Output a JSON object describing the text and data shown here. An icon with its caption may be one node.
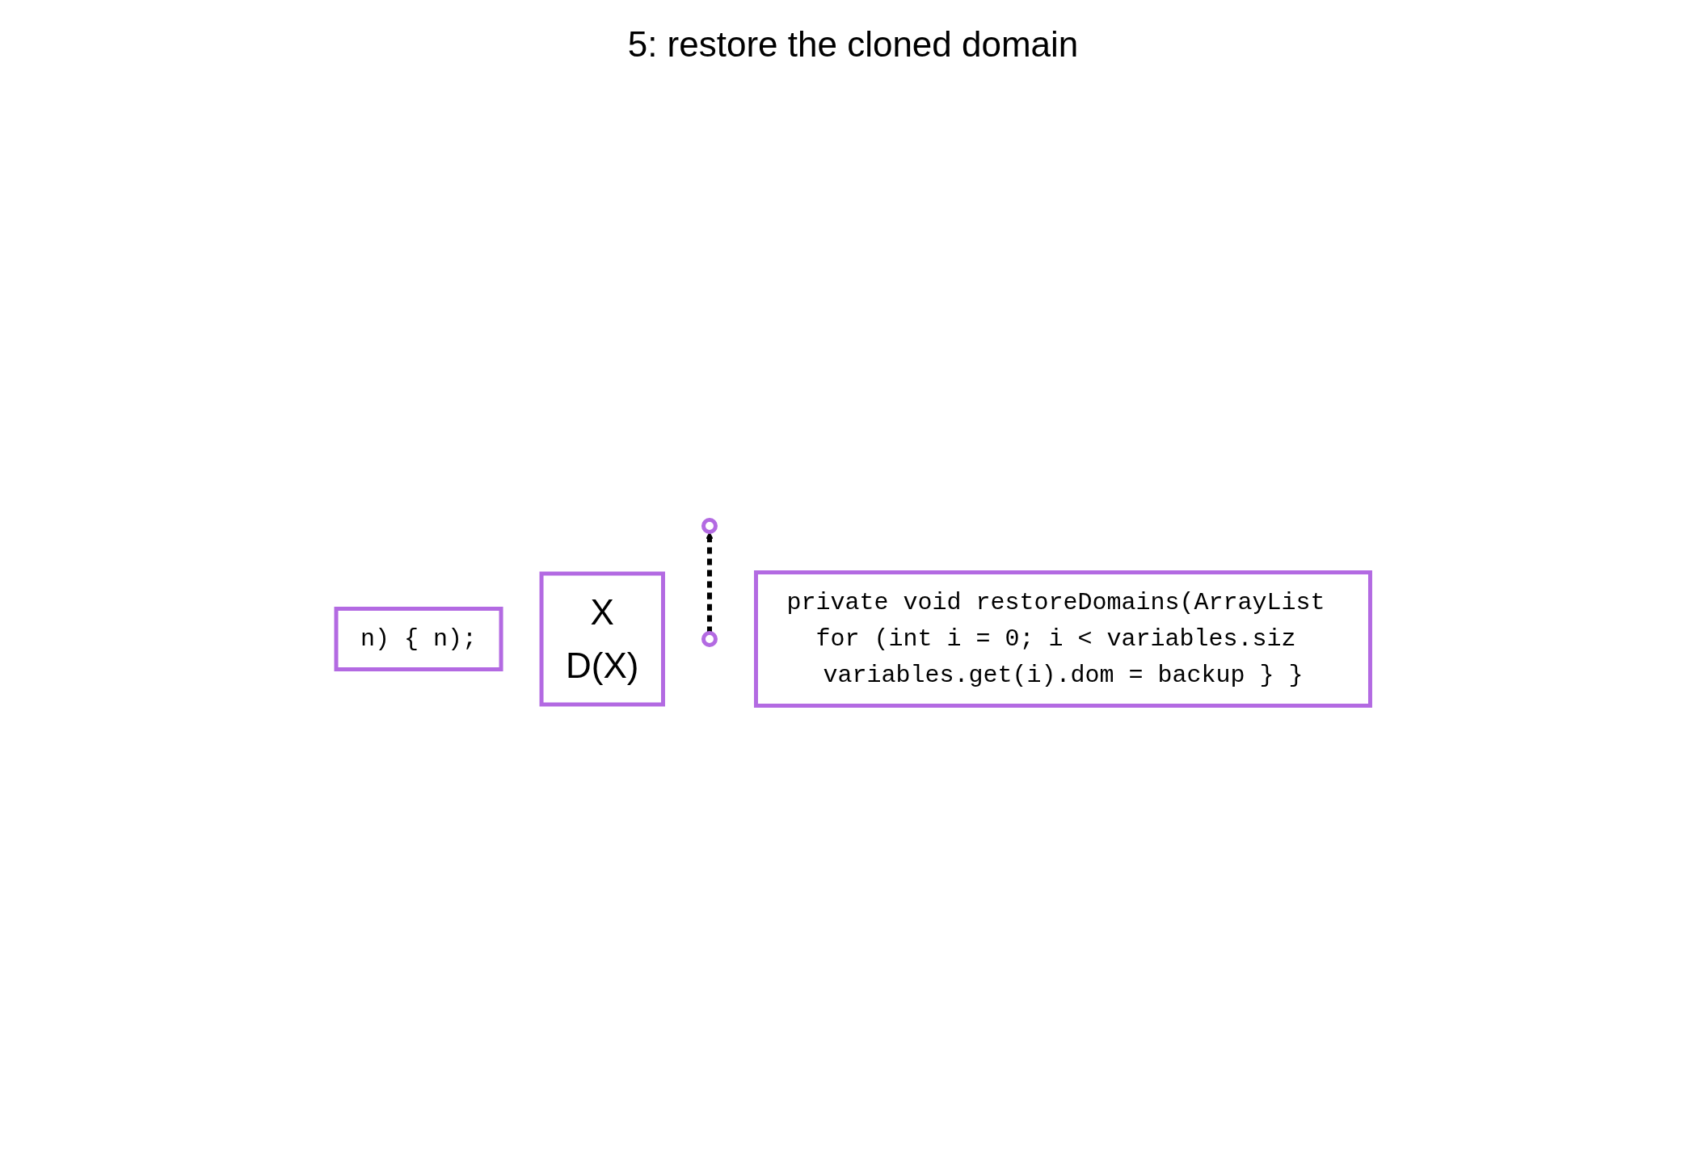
{
  "diagram": {
    "nodes": [
      {
        "text": [
          "n) { n);"
        ]
      },
      {
        "text": [],
        "shape": "circle"
      },
      {
        "text": [
          "X",
          "D(X)"
        ]
      },
      {
        "text": [],
        "shape": "circle"
      },
      {
        "text": [
          "private void restoreDomains(ArrayList for (int i = 0; i < variables.siz variables.get(i).dom = backup } }"
        ]
      }
    ],
    "edges": [
      {
        "from": 3,
        "to": 1,
        "arrow": "to",
        "style": "dashed"
      }
    ],
    "labels": [
      "5: restore the cloned domain"
    ]
  }
}
